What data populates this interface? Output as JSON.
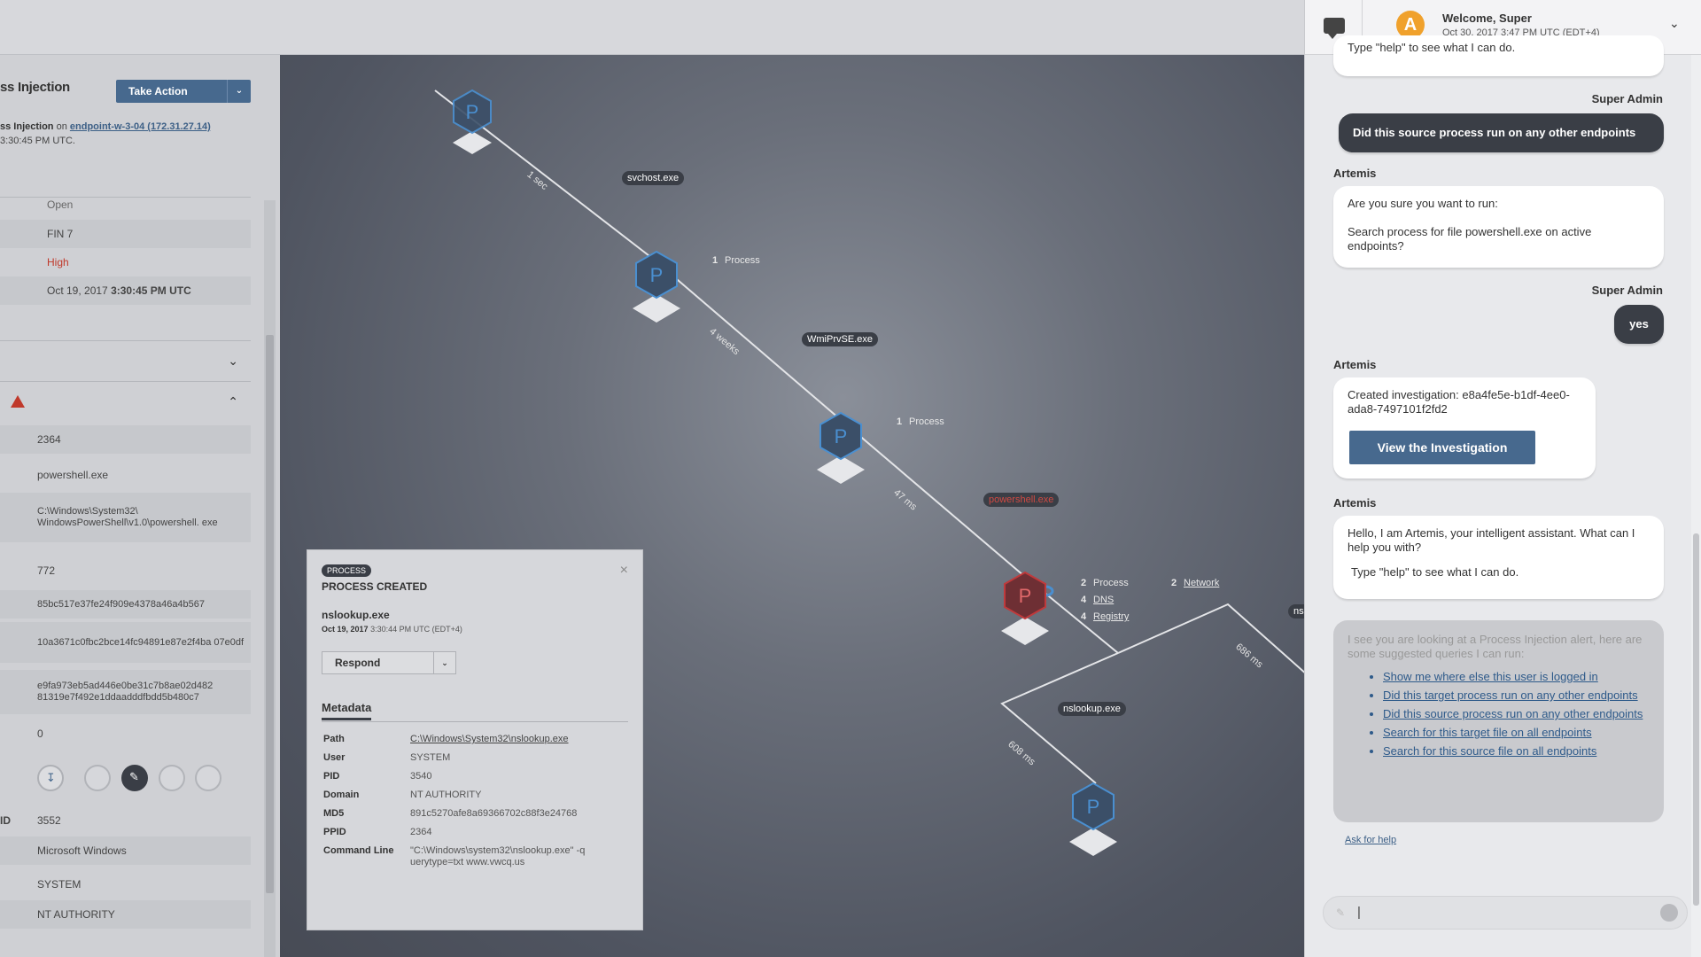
{
  "left": {
    "title": "ss Injection",
    "take_action": "Take Action",
    "subtitle_prefix": "ss Injection",
    "subtitle_on": " on ",
    "subtitle_link": "endpoint-w-3-04 (172.31.27.14)",
    "subtitle_time": " 3:30:45 PM UTC.",
    "rows_top": [
      "Open",
      "FIN 7",
      "High",
      "Oct 19, 2017"
    ],
    "rows_top_time": "3:30:45 PM UTC",
    "details": [
      "2364",
      "powershell.exe",
      "C:\\Windows\\System32\\ WindowsPowerShell\\v1.0\\powershell. exe",
      "772",
      "85bc517e37fe24f909e4378a46a4b567",
      "10a3671c0fbc2bce14fc94891e87e2f4ba 07e0df",
      "e9fa973eb5ad446e0be31c7b8ae02d482 81319e7f492e1ddaadddfbdd5b480c7",
      "0"
    ],
    "details_bottom": [
      "3552",
      "Microsoft Windows",
      "SYSTEM",
      "NT AUTHORITY"
    ],
    "stray_labels": [
      "ID"
    ]
  },
  "graph": {
    "nodes": [
      {
        "label": "svchost.exe",
        "info": [
          {
            "n": "1",
            "t": "Process"
          }
        ]
      },
      {
        "label": "WmiPrvSE.exe",
        "info": [
          {
            "n": "1",
            "t": "Process"
          }
        ]
      },
      {
        "label": "powershell.exe",
        "info": [
          {
            "n": "2",
            "t": "Process"
          },
          {
            "n": "4",
            "t": "DNS"
          },
          {
            "n": "4",
            "t": "Registry"
          },
          {
            "n": "2",
            "t": "Network"
          }
        ]
      },
      {
        "label": "nslookup.exe"
      }
    ],
    "glyph": "P",
    "edges": [
      "1 sec",
      "4 weeks",
      "47 ms",
      "686 ms",
      "608 ms"
    ],
    "cut_label": "ns"
  },
  "card": {
    "tag": "PROCESS",
    "title": "PROCESS CREATED",
    "close": "×",
    "process_name": "nslookup.exe",
    "date": "Oct 19, 2017",
    "time": "3:30:44 PM UTC (EDT+4)",
    "respond": "Respond",
    "metadata_tab": "Metadata",
    "metadata": [
      {
        "k": "Path",
        "v": "C:\\Windows\\System32\\nslookup.exe"
      },
      {
        "k": "User",
        "v": "SYSTEM"
      },
      {
        "k": "PID",
        "v": "3540"
      },
      {
        "k": "Domain",
        "v": "NT AUTHORITY"
      },
      {
        "k": "MD5",
        "v": "891c5270afe8a69366702c88f3e24768"
      },
      {
        "k": "PPID",
        "v": "2364"
      },
      {
        "k": "Command Line",
        "v": "\"C:\\Windows\\system32\\nslookup.exe\" -q uerytype=txt www.vwcq.us"
      }
    ]
  },
  "chat": {
    "welcome": "Welcome, Super",
    "timestamp": "Oct 30, 2017 3:47 PM UTC (EDT+4)",
    "avatar_letter": "A",
    "top_cut": "Type \"help\" to see what I can do.",
    "user_name": "Super Admin",
    "bot_name": "Artemis",
    "msg_user_1": "Did this source process run on any other endpoints",
    "msg_bot_1a": "Are you sure you want to run:",
    "msg_bot_1b": "Search process for file powershell.exe on active endpoints?",
    "msg_user_2": "yes",
    "msg_bot_2": "Created investigation: e8a4fe5e-b1df-4ee0-ada8-7497101f2fd2",
    "view_button": "View the Investigation",
    "msg_bot_3a": "Hello, I am Artemis, your intelligent assistant. What can I help you with?",
    "msg_bot_3b": "Type \"help\" to see what I can do.",
    "suggest_intro": "I see you are looking at a Process Injection alert, here are some suggested queries I can run:",
    "suggestions": [
      "Show me where else this user is logged in",
      "Did this target process run on any other endpoints",
      "Did this source process run on any other endpoints",
      "Search for this target file on all endpoints",
      "Search for this source file on all endpoints"
    ],
    "ask_help": "Ask for help",
    "input_value": "|"
  },
  "colors": {
    "accent": "#47698e",
    "danger": "#c0392b",
    "avatar": "#f0a12c",
    "dark": "#3a3e46"
  }
}
